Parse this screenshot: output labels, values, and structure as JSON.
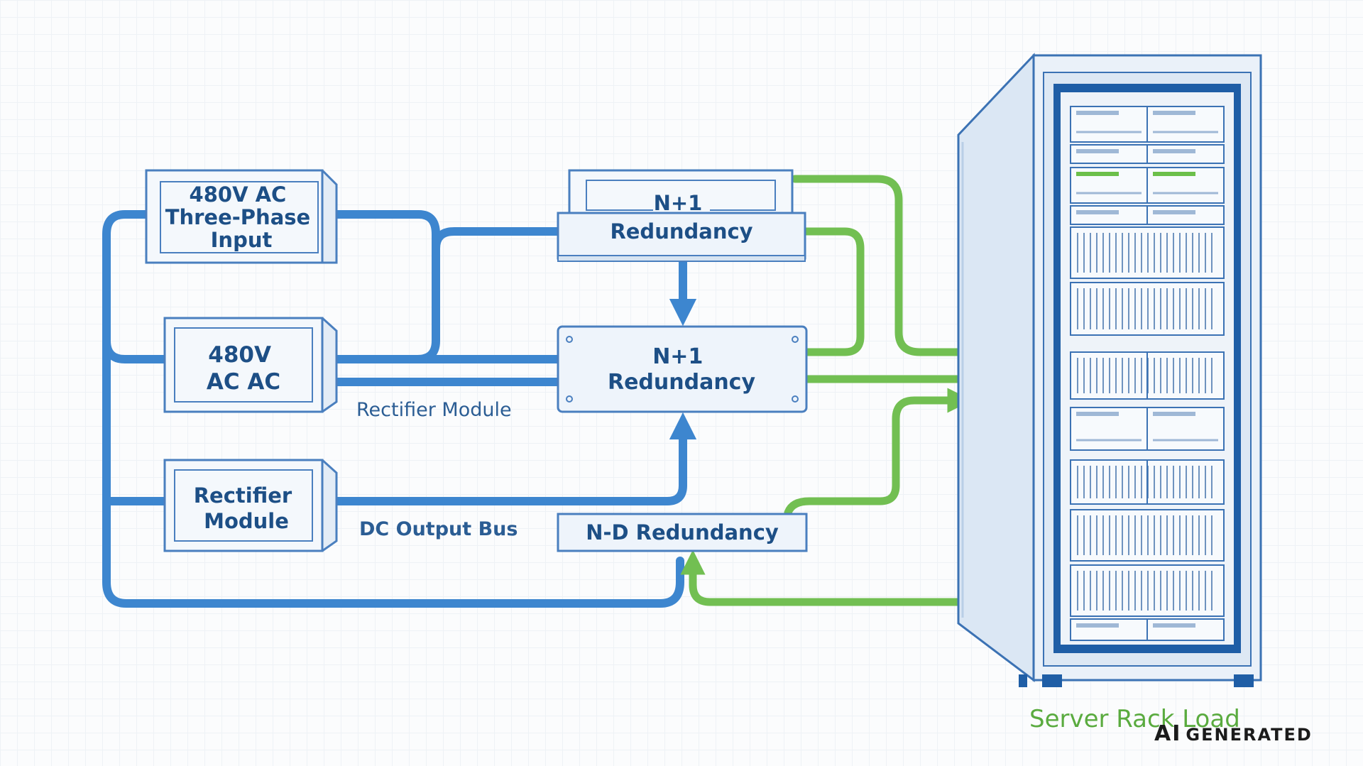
{
  "diagram": {
    "blocks": [
      {
        "id": "input",
        "lines": [
          "480V AC",
          "Three-Phase",
          "Input"
        ]
      },
      {
        "id": "rect1",
        "lines": [
          "480V",
          "AC AC"
        ]
      },
      {
        "id": "rect2",
        "lines": [
          "Rectifier",
          "Module"
        ]
      },
      {
        "id": "n1_top",
        "lines": [
          "N+1",
          "Redundancy"
        ]
      },
      {
        "id": "n1_mid",
        "lines": [
          "N+1",
          "Redundancy"
        ]
      },
      {
        "id": "nd",
        "lines": [
          "N-D Redundancy"
        ]
      }
    ],
    "labels": {
      "rectifier_module": "Rectifier Module",
      "dc_output_bus": "DC Output Bus",
      "server_rack_load": "Server Rack Load"
    },
    "colors": {
      "ac_path": "#3d86cf",
      "dc_path": "#72bf52",
      "block_border": "#4a7fbf",
      "block_fill": "#eef4fb",
      "text": "#1d4f86",
      "rack_label": "#5aab3f"
    },
    "icons": [
      "server-rack-icon",
      "arrow-icon"
    ]
  },
  "watermark": {
    "ai": "AI",
    "text": "GENERATED"
  }
}
